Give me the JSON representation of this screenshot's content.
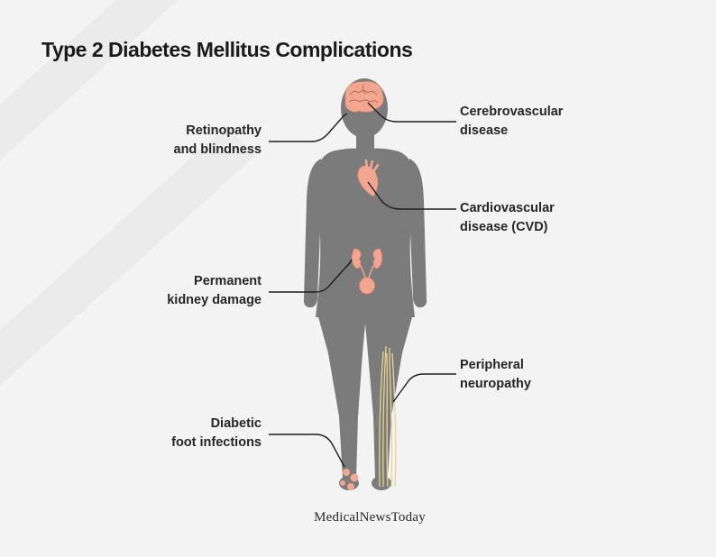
{
  "title": "Type 2 Diabetes Mellitus Complications",
  "labels": {
    "retinopathy": [
      "Retinopathy",
      "and blindness"
    ],
    "cerebrovascular": [
      "Cerebrovascular",
      "disease"
    ],
    "cardiovascular": [
      "Cardiovascular",
      "disease (CVD)"
    ],
    "kidney": [
      "Permanent",
      "kidney damage"
    ],
    "neuropathy": [
      "Peripheral",
      "neuropathy"
    ],
    "foot": [
      "Diabetic",
      "foot infections"
    ]
  },
  "credit": "MedicalNewsToday",
  "colors": {
    "background": "#f3f3f3",
    "body": "#7b7b7b",
    "organ": "#f3a68f",
    "nerve": "#e7d78f",
    "leader_line": "#1e1e1e",
    "text": "#262626"
  },
  "icons": [
    "brain-icon",
    "heart-icon",
    "kidneys-icon",
    "nerves-icon",
    "foot-infection-icon"
  ]
}
